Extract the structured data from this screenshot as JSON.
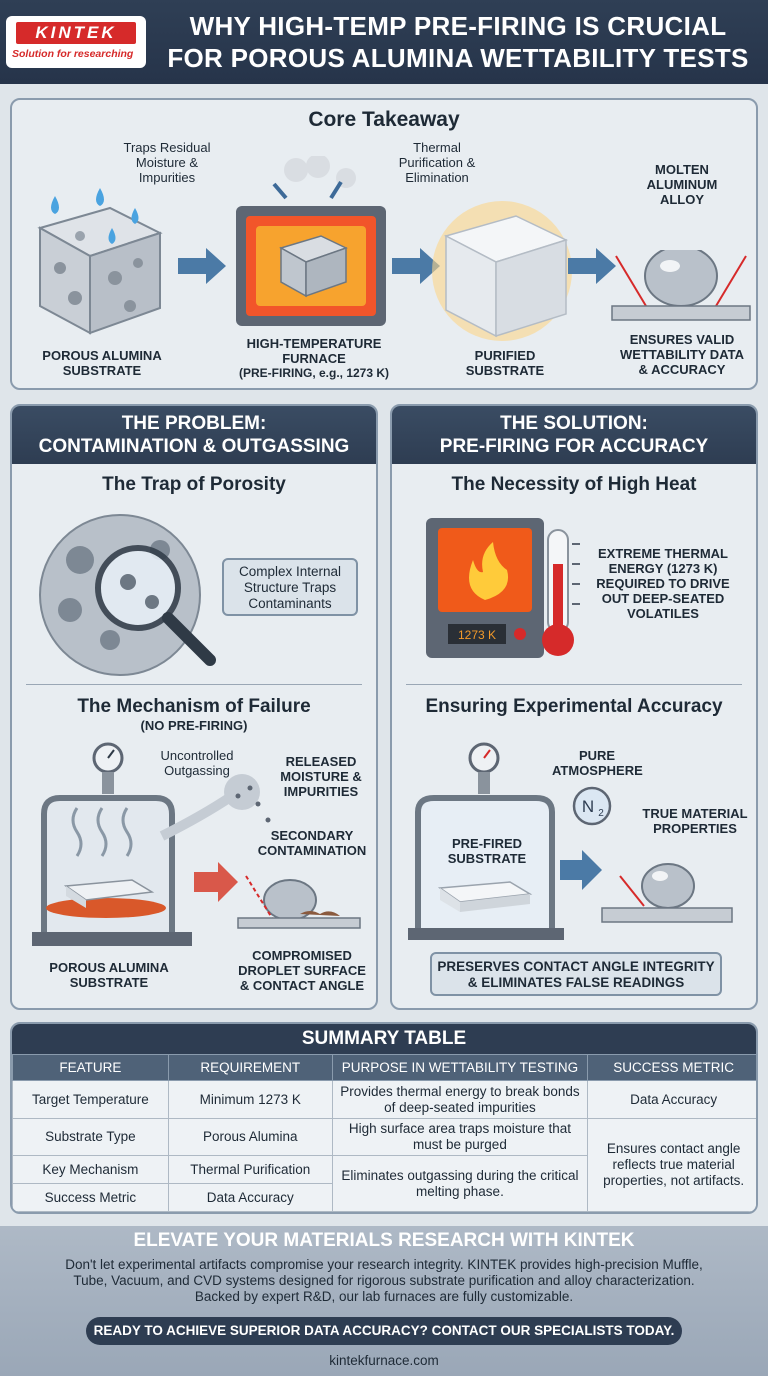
{
  "header": {
    "logo_word": "KINTEK",
    "logo_tagline": "Solution for researching",
    "title_line1": "WHY HIGH-TEMP PRE-FIRING IS CRUCIAL",
    "title_line2": "FOR POROUS ALUMINA WETTABILITY TESTS"
  },
  "core": {
    "title": "Core Takeaway",
    "traps_label": [
      "Traps Residual",
      "Moisture &",
      "Impurities"
    ],
    "thermal_label": [
      "Thermal",
      "Purification &",
      "Elimination"
    ],
    "molten_label": [
      "MOLTEN",
      "ALUMINUM",
      "ALLOY"
    ],
    "substrate_label": [
      "POROUS ALUMINA",
      "SUBSTRATE"
    ],
    "furnace_label": [
      "HIGH-TEMPERATURE",
      "FURNACE"
    ],
    "furnace_sub": "(PRE-FIRING, e.g., 1273 K)",
    "purified_label": [
      "PURIFIED",
      "SUBSTRATE"
    ],
    "ensures_label": [
      "ENSURES VALID",
      "WETTABILITY DATA",
      "& ACCURACY"
    ]
  },
  "problem": {
    "head": [
      "THE PROBLEM:",
      "CONTAMINATION & OUTGASSING"
    ],
    "trap_title": "The Trap of Porosity",
    "trap_callout": [
      "Complex Internal",
      "Structure Traps",
      "Contaminants"
    ],
    "mech_title": "The Mechanism of Failure",
    "mech_sub": "(NO PRE-FIRING)",
    "uncontrolled": [
      "Uncontrolled",
      "Outgassing"
    ],
    "released": [
      "RELEASED",
      "MOISTURE &",
      "IMPURITIES"
    ],
    "secondary": [
      "SECONDARY",
      "CONTAMINATION"
    ],
    "porous": [
      "POROUS ALUMINA",
      "SUBSTRATE"
    ],
    "compromised": [
      "COMPROMISED",
      "DROPLET SURFACE",
      "& CONTACT ANGLE"
    ]
  },
  "solution": {
    "head": [
      "THE SOLUTION:",
      "PRE-FIRING FOR ACCURACY"
    ],
    "heat_title": "The Necessity of High Heat",
    "furnace_display": "1273 K",
    "heat_text": [
      "EXTREME THERMAL",
      "ENERGY (1273 K)",
      "REQUIRED TO DRIVE",
      "OUT DEEP-SEATED",
      "VOLATILES"
    ],
    "acc_title": "Ensuring Experimental Accuracy",
    "pure": [
      "PURE",
      "ATMOSPHERE"
    ],
    "n2": "N",
    "n2_sub": "2",
    "true_props": [
      "TRUE MATERIAL",
      "PROPERTIES"
    ],
    "prefired": [
      "PRE-FIRED",
      "SUBSTRATE"
    ],
    "preserves": [
      "PRESERVES CONTACT ANGLE INTEGRITY",
      "& ELIMINATES FALSE READINGS"
    ]
  },
  "summary": {
    "title": "SUMMARY TABLE",
    "headers": [
      "FEATURE",
      "REQUIREMENT",
      "PURPOSE IN WETTABILITY TESTING",
      "SUCCESS METRIC"
    ],
    "rows": [
      {
        "feature": "Target Temperature",
        "requirement": "Minimum 1273 K",
        "purpose": "Provides thermal energy to break bonds of deep-seated impurities",
        "metric": "Data Accuracy"
      },
      {
        "feature": "Substrate Type",
        "requirement": "Porous Alumina",
        "purpose": "High surface area traps moisture that must be purged",
        "metric": "Ensures contact angle reflects true material properties, not artifacts."
      },
      {
        "feature": "Key Mechanism",
        "requirement": "Thermal Purification",
        "purpose": "Eliminates outgassing during the critical melting phase.",
        "metric": ""
      },
      {
        "feature": "Success Metric",
        "requirement": "Data Accuracy",
        "purpose": "",
        "metric": ""
      }
    ]
  },
  "footer": {
    "title": "ELEVATE YOUR MATERIALS RESEARCH WITH KINTEK",
    "body": [
      "Don't let experimental artifacts compromise your research integrity. KINTEK provides high-precision Muffle,",
      "Tube, Vacuum, and CVD systems designed for rigorous substrate purification and alloy characterization.",
      "Backed by expert R&D, our lab furnaces are fully customizable."
    ],
    "cta": "READY TO ACHIEVE SUPERIOR DATA ACCURACY? CONTACT OUR SPECIALISTS TODAY.",
    "site": "kintekfurnace.com"
  },
  "colors": {
    "accent_red": "#d62a2a",
    "navy": "#2e3d52",
    "arrow_blue": "#4b7aa6",
    "flame": "#f05a1a"
  }
}
